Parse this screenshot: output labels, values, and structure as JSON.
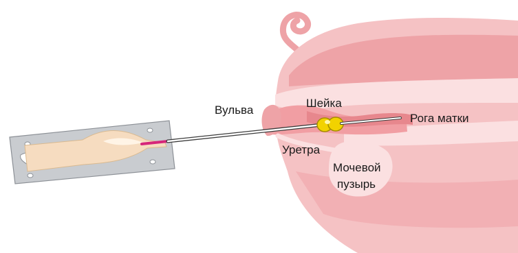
{
  "labels": {
    "vulva": "Вульва",
    "cervix": "Шейка",
    "uterine_horns": "Рога матки",
    "urethra": "Уретра",
    "bladder_line1": "Мочевой",
    "bladder_line2": "пузырь"
  },
  "colors": {
    "body_outer": "#f5c2c4",
    "body_mid": "#eea3a7",
    "organ_light": "#fbe0e1",
    "catheter_fill": "#f6dcc0",
    "catheter_plate": "#c9ccd0",
    "cervix_plug": "#f2d200",
    "pink_tip": "#d6267a"
  }
}
